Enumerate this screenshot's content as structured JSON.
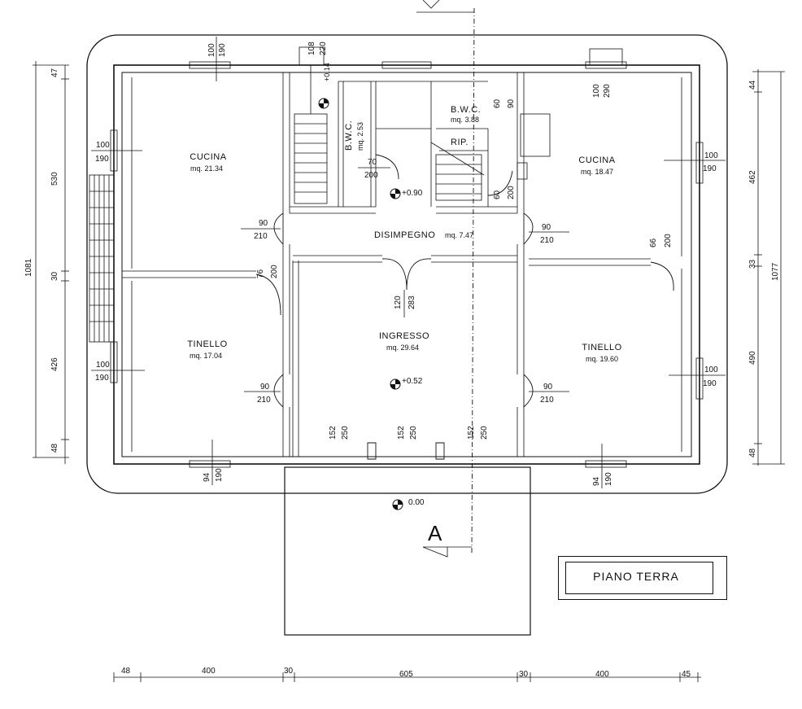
{
  "drawing_title": "PIANO TERRA",
  "section_marker": "A",
  "rooms": [
    {
      "key": "cucina_left",
      "name": "CUCINA",
      "area": "mq. 21.34"
    },
    {
      "key": "tinello_left",
      "name": "TINELLO",
      "area": "mq. 17.04"
    },
    {
      "key": "ingresso",
      "name": "INGRESSO",
      "area": "mq. 29.64"
    },
    {
      "key": "disimpegno",
      "name": "DISIMPEGNO",
      "area": "mq. 7.47"
    },
    {
      "key": "bwc_left",
      "name": "B.W.C.",
      "area": "mq. 2.53"
    },
    {
      "key": "bwc_right",
      "name": "B.W.C.",
      "area": "mq. 3.88"
    },
    {
      "key": "rip",
      "name": "RIP.",
      "area": ""
    },
    {
      "key": "cucina_right",
      "name": "CUCINA",
      "area": "mq. 18.47"
    },
    {
      "key": "tinello_right",
      "name": "TINELLO",
      "area": "mq. 19.60"
    }
  ],
  "levels": [
    "+0.14",
    "+0.90",
    "+0.52",
    "0.00"
  ],
  "openings": {
    "o1_w": "100",
    "o1_h": "190",
    "o2_w": "108",
    "o2_h": "220",
    "o3_w": "100",
    "o3_h": "290",
    "o4_w": "60",
    "o4_h": "90",
    "o5_w": "70",
    "o5_h": "200",
    "o6_w": "60",
    "o6_h": "200",
    "o7_w": "90",
    "o7_h": "210",
    "o8_w": "66",
    "o8_h": "200",
    "o9_w": "76",
    "o9_h": "200",
    "o10_w": "120",
    "o10_h": "283",
    "o11_w": "152",
    "o11_h": "250",
    "o12_w": "94",
    "o12_h": "190"
  },
  "dims_bottom": [
    "48",
    "400",
    "30",
    "605",
    "30",
    "400",
    "45"
  ],
  "dims_left": [
    "47",
    "530",
    "30",
    "426",
    "48"
  ],
  "dims_left_total": "1081",
  "dims_right": [
    "44",
    "462",
    "33",
    "490",
    "48"
  ],
  "dims_right_total": "1077"
}
